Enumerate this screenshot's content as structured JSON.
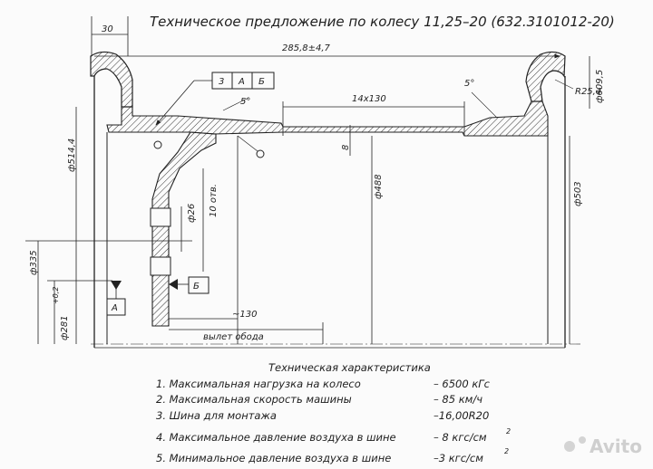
{
  "title": "Техническое предложение по колесу 11,25–20 (632.3101012-20)",
  "dimensions": {
    "d30": "30",
    "d285": "285,8±4,7",
    "d14x130": "14x130",
    "d5a": "5°",
    "d5b": "5°",
    "r25": "R25,4",
    "d609": "ф609,5",
    "d514": "ф514,4",
    "d8": "8",
    "d488": "ф488",
    "d503": "ф503",
    "d26": "ф26",
    "holes": "10 отв.",
    "d335": "ф335",
    "d281": "ф281",
    "d281tol": "+0,2",
    "m130": "~130",
    "offset": "вылет обода"
  },
  "tolerance_frame": [
    "3",
    "А",
    "Б"
  ],
  "datums": {
    "a": "А",
    "b": "Б"
  },
  "spec_heading": "Техническая характеристика",
  "specs": [
    {
      "label": "1. Максимальная нагрузка на колесо",
      "value": "– 6500 кГс"
    },
    {
      "label": "2. Максимальная скорость машины",
      "value": "– 85 км/ч"
    },
    {
      "label": "3. Шина для монтажа",
      "value": "–16,00R20"
    },
    {
      "label": "4. Максимальное давление воздуха в шине",
      "value": "– 8 кгс/см",
      "sup": "2"
    },
    {
      "label": "5. Минимальное давление воздуха в шине",
      "value": "–3 кгс/см",
      "sup": "2"
    }
  ],
  "watermark": "Avito"
}
